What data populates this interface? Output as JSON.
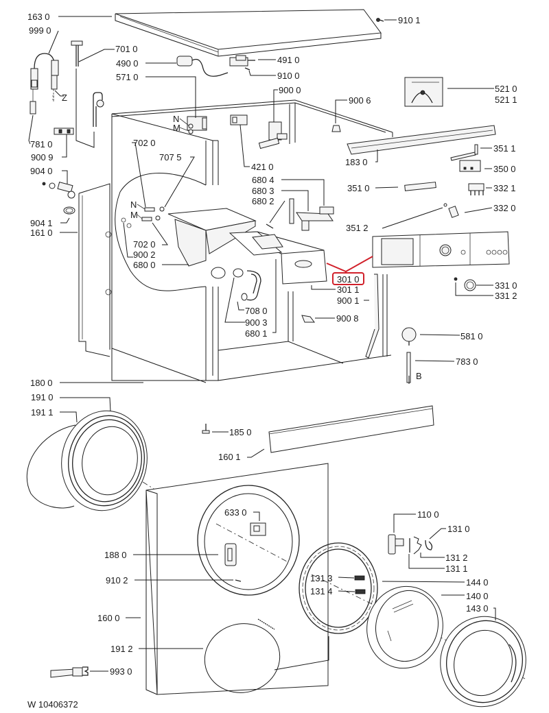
{
  "diagram": {
    "title": "Washing machine exploded parts diagram",
    "document_code": "W 10406372",
    "highlight_color": "#d1202a",
    "highlighted_part": "301 0",
    "labels": {
      "p1630": "163 0",
      "p9990": "999 0",
      "p7010": "701 0",
      "p4900": "490 0",
      "p5710": "571 0",
      "p4910": "491 0",
      "p9100": "910 0",
      "p9000": "900 0",
      "p9101": "910 1",
      "p5210": "521 0",
      "p5211": "521 1",
      "p9006": "900 6",
      "z": "Z",
      "n1": "N",
      "m1": "M",
      "p7810": "781 0",
      "p9009": "900 9",
      "p9040": "904 0",
      "p7020a": "702 0",
      "p7075": "707 5",
      "p4210": "421 0",
      "p1830": "183 0",
      "p3511": "351 1",
      "p3500": "350 0",
      "p6804": "680 4",
      "p6803": "680 3",
      "p6802": "680 2",
      "p3510": "351 0",
      "p3321": "332 1",
      "p3320": "332 0",
      "p3512": "351 2",
      "n2": "N",
      "m2": "M",
      "p9041": "904 1",
      "p1610": "161 0",
      "p7020b": "702 0",
      "p9002": "900 2",
      "p6800": "680 0",
      "p3010": "301 0",
      "p3011": "301 1",
      "p9001": "900 1",
      "p3310": "331 0",
      "p3312": "331 2",
      "p7080": "708 0",
      "p9003": "900 3",
      "p6801": "680 1",
      "p9008": "900 8",
      "p5810": "581 0",
      "p7830": "783 0",
      "b": "B",
      "p1800": "180 0",
      "p1910": "191 0",
      "p1911": "191 1",
      "p1850": "185 0",
      "p1601": "160 1",
      "p6330": "633 0",
      "p1100": "110 0",
      "p1310": "131 0",
      "p1312": "131 2",
      "p1311": "131 1",
      "p1880": "188 0",
      "p9102": "910 2",
      "p1313": "131 3",
      "p1314": "131 4",
      "p1440": "144 0",
      "p1400": "140 0",
      "p1430": "143 0",
      "p1600": "160 0",
      "p1912": "191 2",
      "p9930": "993 0"
    }
  }
}
